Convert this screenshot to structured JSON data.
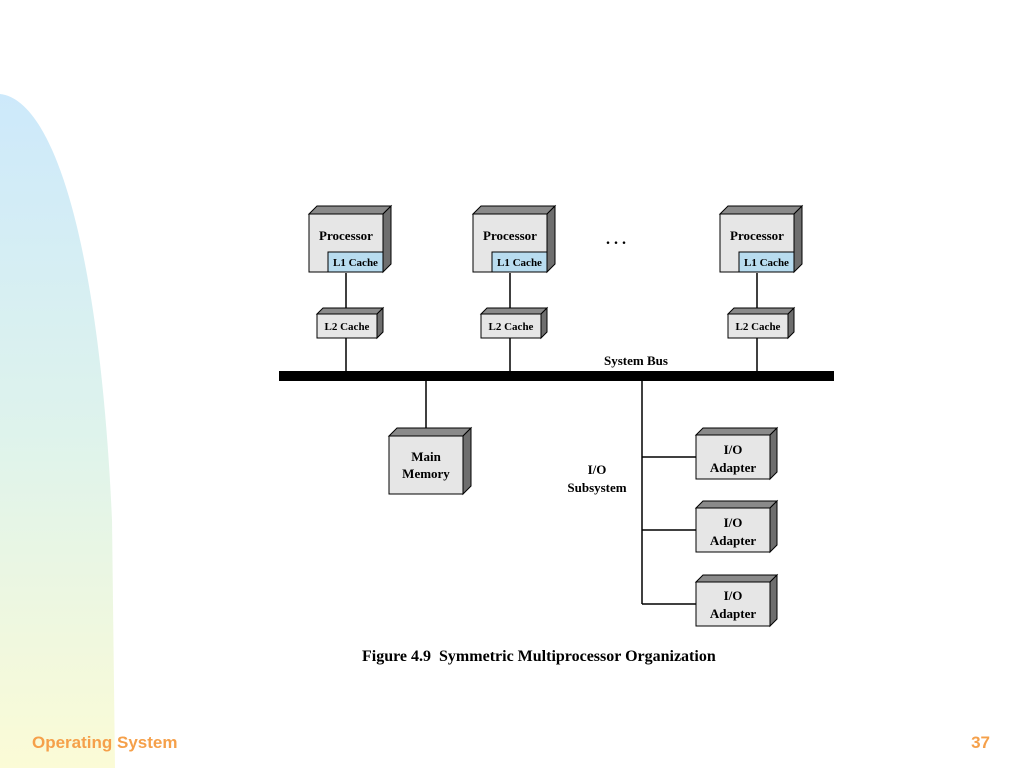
{
  "diagram": {
    "processors": [
      {
        "label": "Processor",
        "l1_label": "L1 Cache",
        "l2_label": "L2 Cache"
      },
      {
        "label": "Processor",
        "l1_label": "L1 Cache",
        "l2_label": "L2 Cache"
      },
      {
        "label": "Processor",
        "l1_label": "L1 Cache",
        "l2_label": "L2 Cache"
      }
    ],
    "ellipsis": ". . .",
    "bus_label": "System Bus",
    "main_memory": {
      "line1": "Main",
      "line2": "Memory"
    },
    "io_subsystem": {
      "line1": "I/O",
      "line2": "Subsystem"
    },
    "io_adapters": [
      {
        "line1": "I/O",
        "line2": "Adapter"
      },
      {
        "line1": "I/O",
        "line2": "Adapter"
      },
      {
        "line1": "I/O",
        "line2": "Adapter"
      }
    ],
    "caption": "Figure 4.9  Symmetric Multiprocessor Organization",
    "colors": {
      "box_fill": "#e6e6e6",
      "box_side": "#6e6e6e",
      "box_top": "#8a8a8a",
      "l1_fill": "#b8dcef"
    }
  },
  "footer": {
    "title": "Operating System",
    "page": "37"
  }
}
